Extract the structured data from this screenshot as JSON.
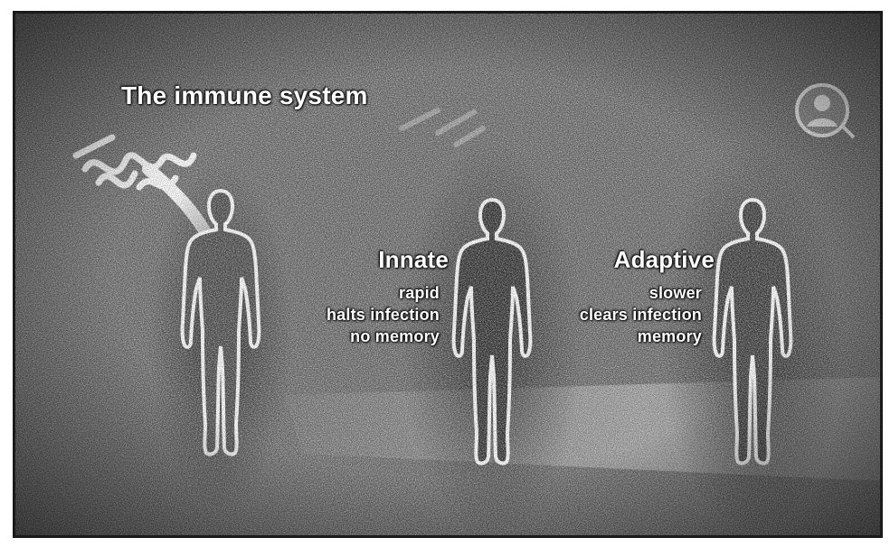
{
  "slide": {
    "title": "The immune system",
    "innate": {
      "heading": "Innate",
      "traits": [
        "rapid",
        "halts infection",
        "no memory"
      ]
    },
    "adaptive": {
      "heading": "Adaptive",
      "traits": [
        "slower",
        "clears infection",
        "memory"
      ]
    }
  },
  "icons": {
    "logo": "virus-person-logo-icon",
    "pathogen": "bacteria-icon",
    "arrow": "infection-arrow-icon",
    "figure": "human-figure-icon"
  },
  "colors": {
    "background": "#6b6b6b",
    "text": "#ffffff",
    "outline": "#ffffff",
    "shadow": "#2a2a2a"
  }
}
